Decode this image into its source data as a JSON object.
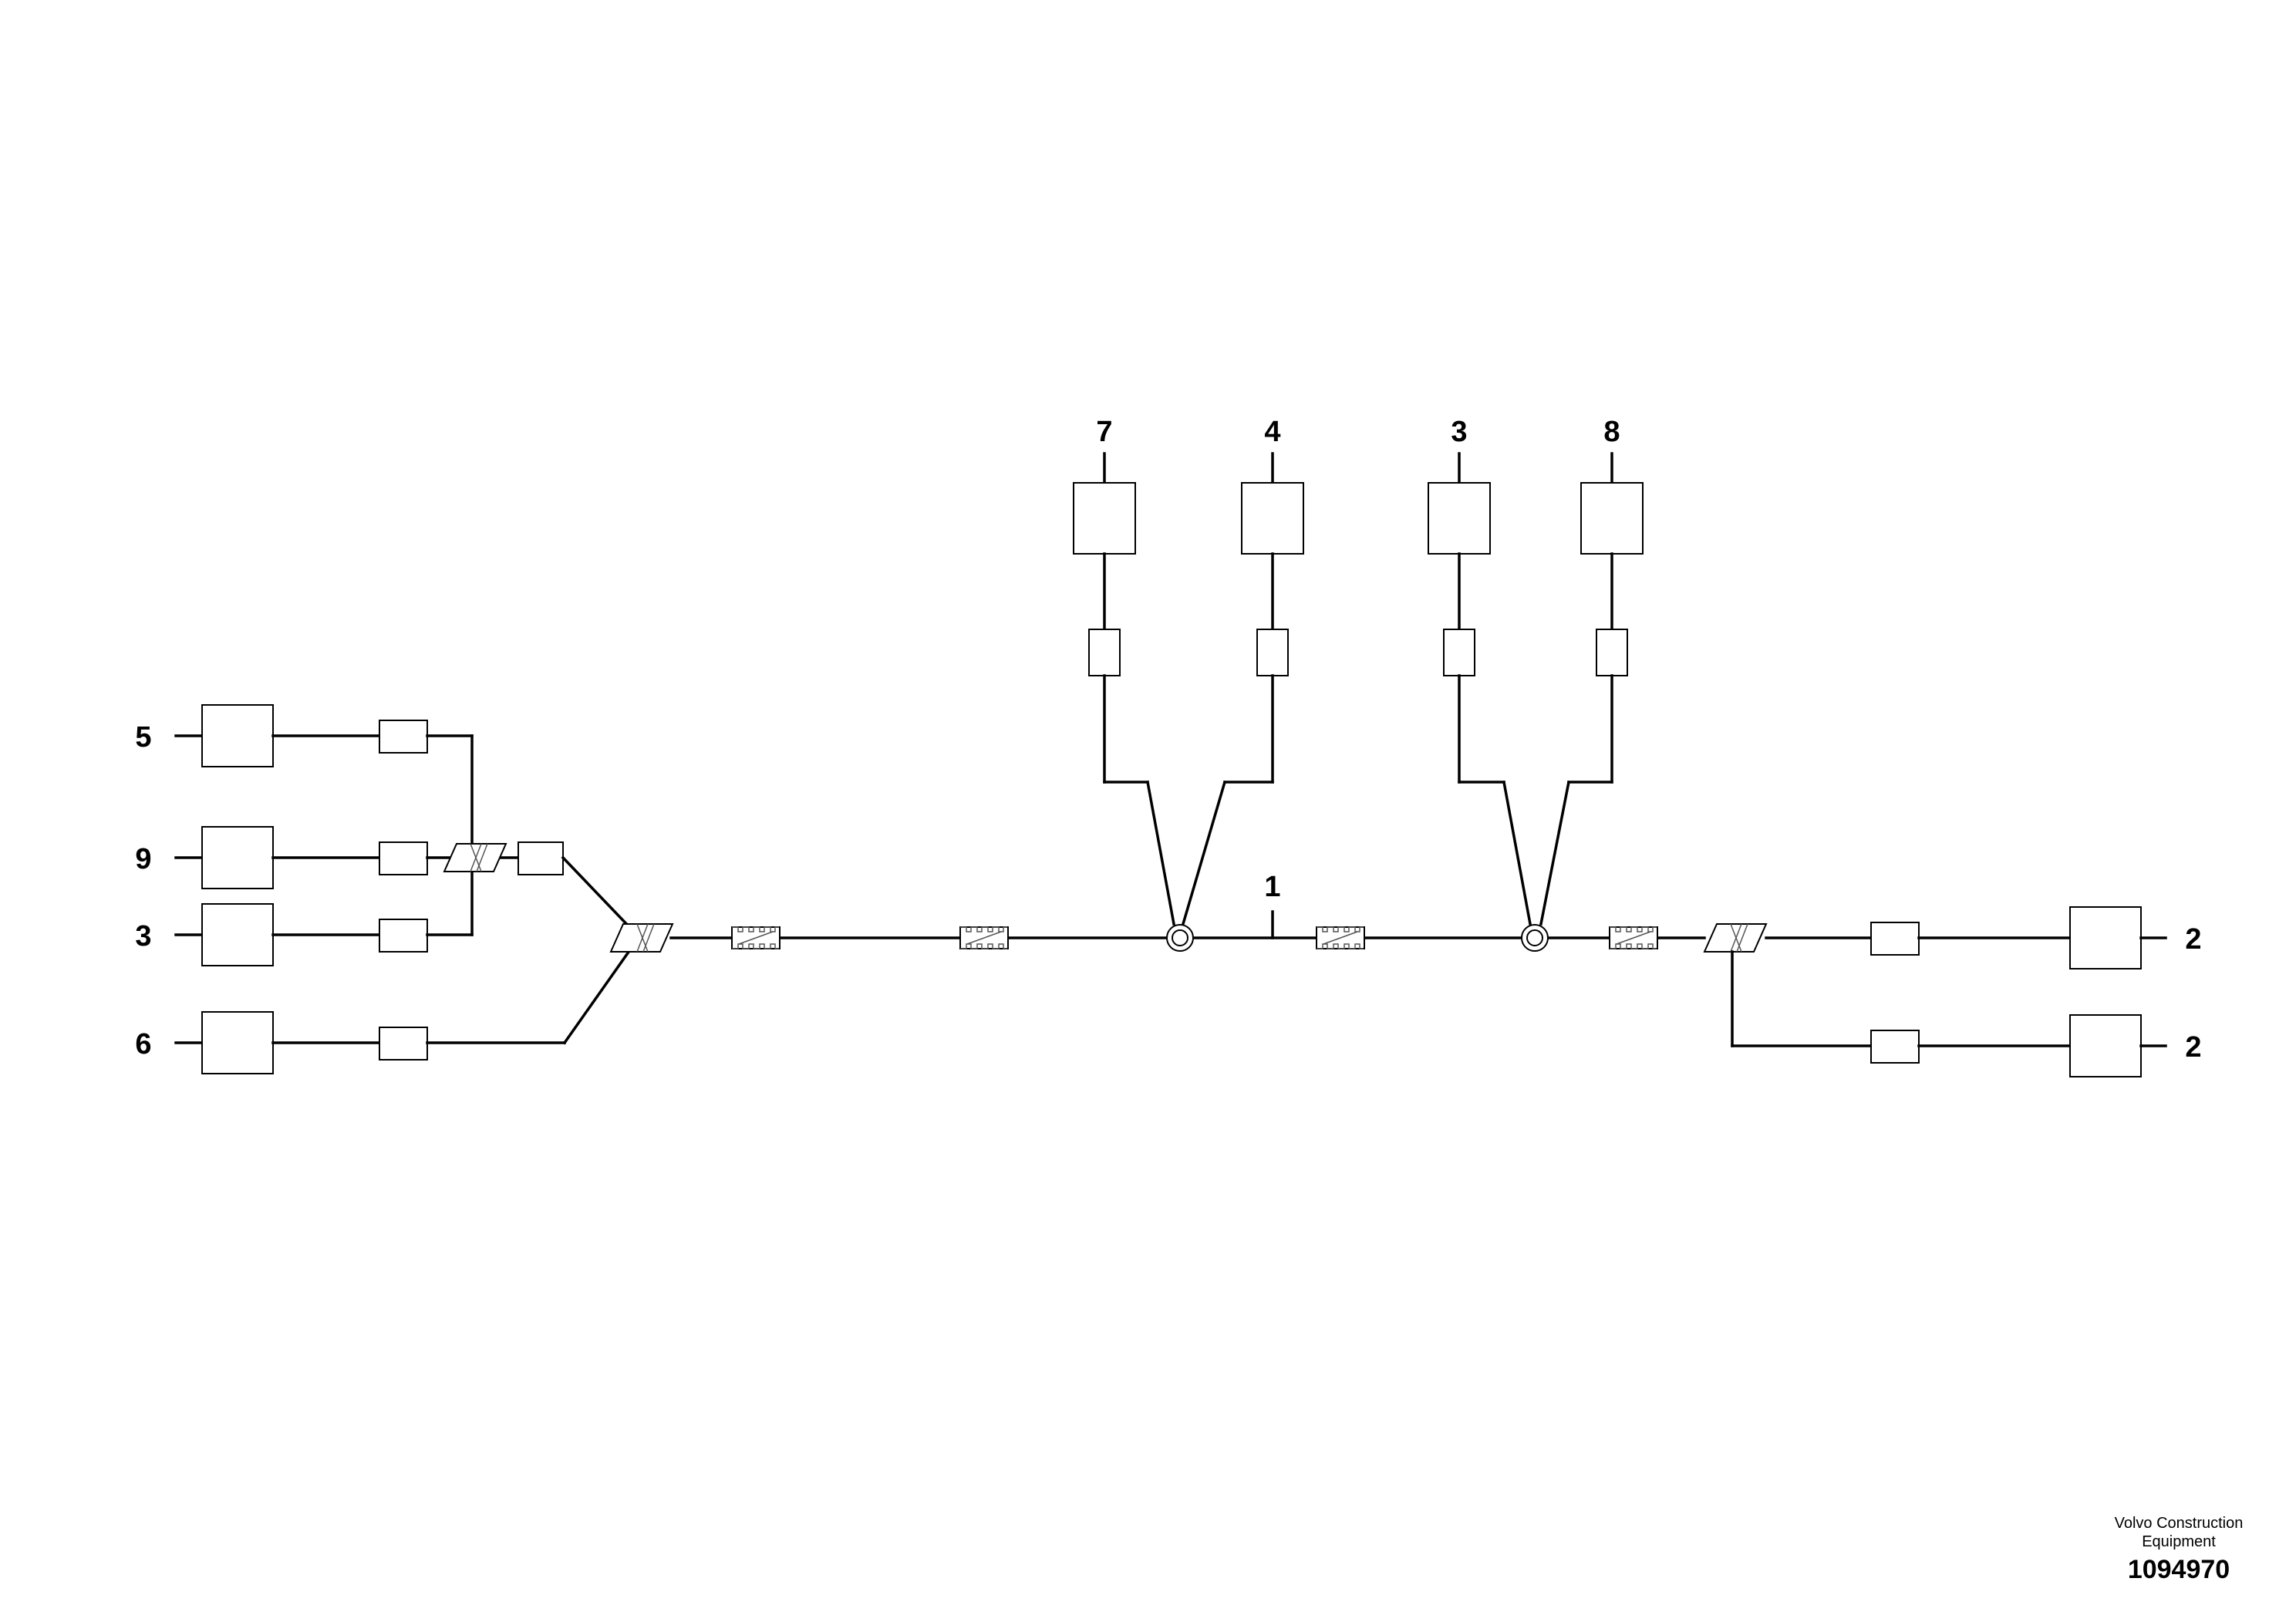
{
  "callouts": {
    "left_5": "5",
    "left_9": "9",
    "left_3": "3",
    "left_6": "6",
    "top_7": "7",
    "top_4": "4",
    "top_3": "3",
    "top_8": "8",
    "trunk_1": "1",
    "right_2_upper": "2",
    "right_2_lower": "2"
  },
  "footer": {
    "brand_line1": "Volvo Construction",
    "brand_line2": "Equipment",
    "part_number": "1094970"
  }
}
